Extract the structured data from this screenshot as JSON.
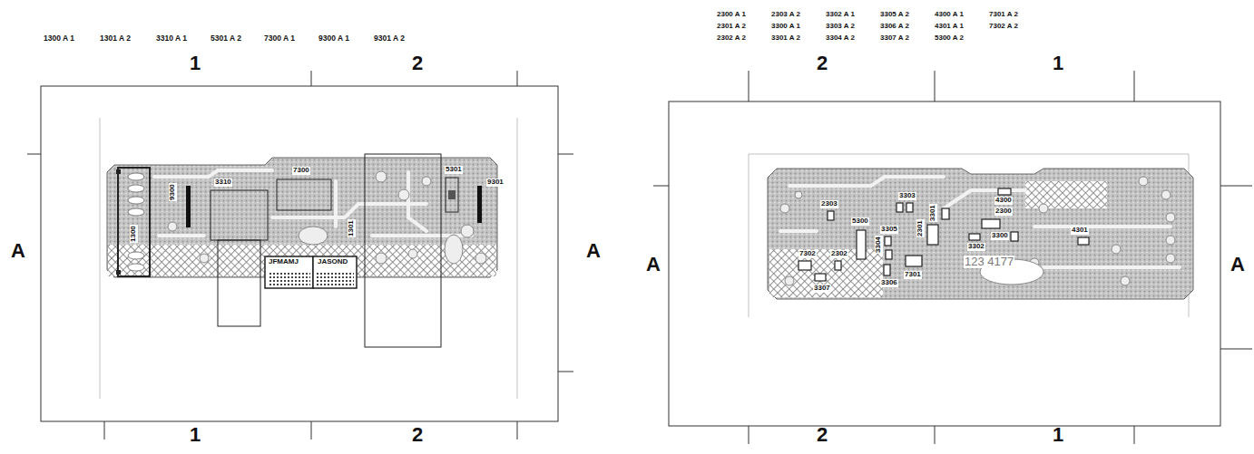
{
  "diagram": {
    "labels": [
      "1300 A 1",
      "1301 A 2",
      "3310 A 1",
      "5301 A 2",
      "7300 A 1",
      "9300 A 1",
      "9301 A 2",
      "1",
      "2",
      "A",
      "A",
      "1",
      "2",
      "1300",
      "9300",
      "3310",
      "7300",
      "1301",
      "JFMAMJ",
      "JASOND",
      "5301",
      "9301",
      "2300 A 1",
      "2303 A 2",
      "3302 A 1",
      "3305 A 2",
      "4300 A 1",
      "7301 A 2",
      "2301 A 2",
      "3300 A 1",
      "3303 A 2",
      "3306 A 2",
      "4301 A 1",
      "7302 A 2",
      "2302 A 2",
      "3301 A 2",
      "3304 A 2",
      "3307 A 2",
      "5300 A 2",
      "2",
      "1",
      "A",
      "A",
      "2",
      "1",
      "3303",
      "2303",
      "5300",
      "3305",
      "3301",
      "4300",
      "2300",
      "3300",
      "2301",
      "7302",
      "2302",
      "3304",
      "3302",
      "4301",
      "7301",
      "3306",
      "3307",
      "123 4177"
    ]
  }
}
